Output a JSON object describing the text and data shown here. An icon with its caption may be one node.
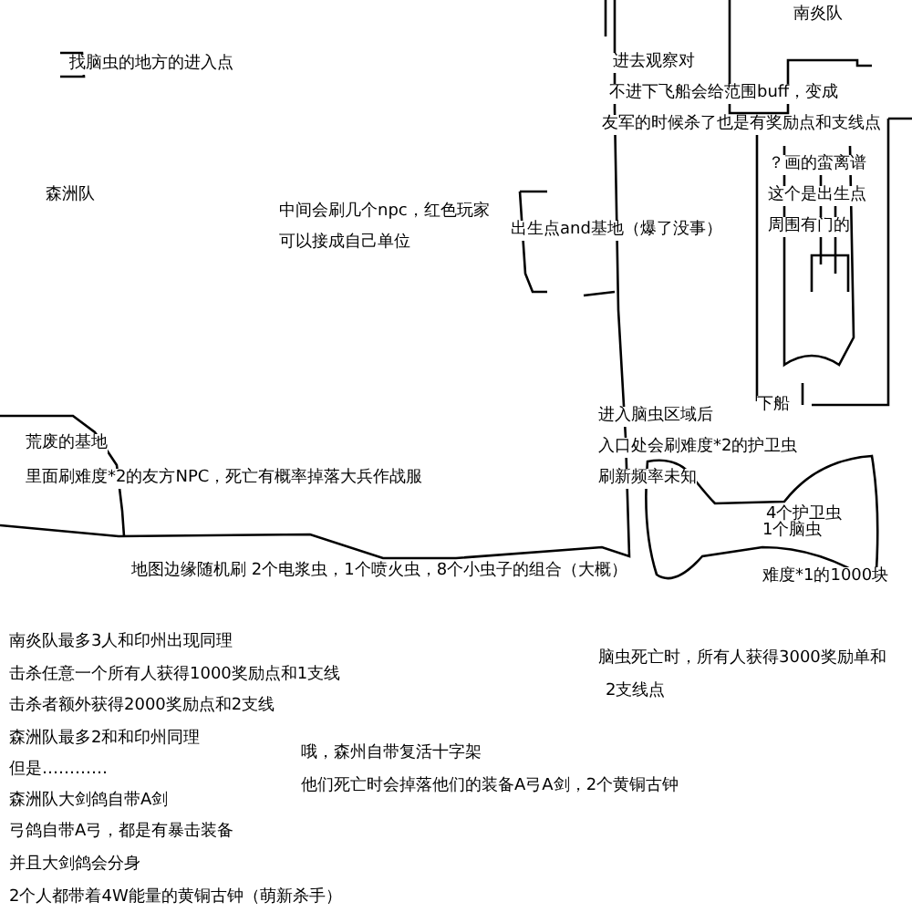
{
  "diagram": {
    "labels": [
      "找脑虫的地方的进入点",
      "南炎队",
      "进去观察对",
      "不进下飞船会给范围buff，变成",
      "友军的时候杀了也是有奖励点和支线点",
      "？画的蛮离谱",
      "森洲队",
      "中间会刷几个npc，红色玩家",
      "这个是出生点",
      "周围有门的",
      "可以接成自己单位",
      "出生点and基地（爆了没事）",
      "下船",
      "进入脑虫区域后",
      "荒废的基地",
      "入口处会刷难度*2的护卫虫",
      "里面刷难度*2的友方NPC，死亡有概率掉落大兵作战服",
      "刷新频率未知",
      "4个护卫虫",
      "1个脑虫",
      "地图边缘随机刷 2个电浆虫，1个喷火虫，8个小虫子的组合（大概）",
      "难度*1的1000块",
      "南炎队最多3人和印州出现同理",
      "击杀任意一个所有人获得1000奖励点和1支线",
      "脑虫死亡时，所有人获得3000奖励单和",
      "击杀者额外获得2000奖励点和2支线",
      "2支线点",
      "森洲队最多2和和印州同理",
      "哦，森州自带复活十字架",
      "但是…………",
      "他们死亡时会掉落他们的装备A弓A剑，2个黄铜古钟",
      "森洲队大剑鸽自带A剑",
      "弓鸽自带A弓，都是有暴击装备",
      "并且大剑鸽会分身",
      "2个人都带着4W能量的黄铜古钟（萌新杀手）"
    ]
  }
}
